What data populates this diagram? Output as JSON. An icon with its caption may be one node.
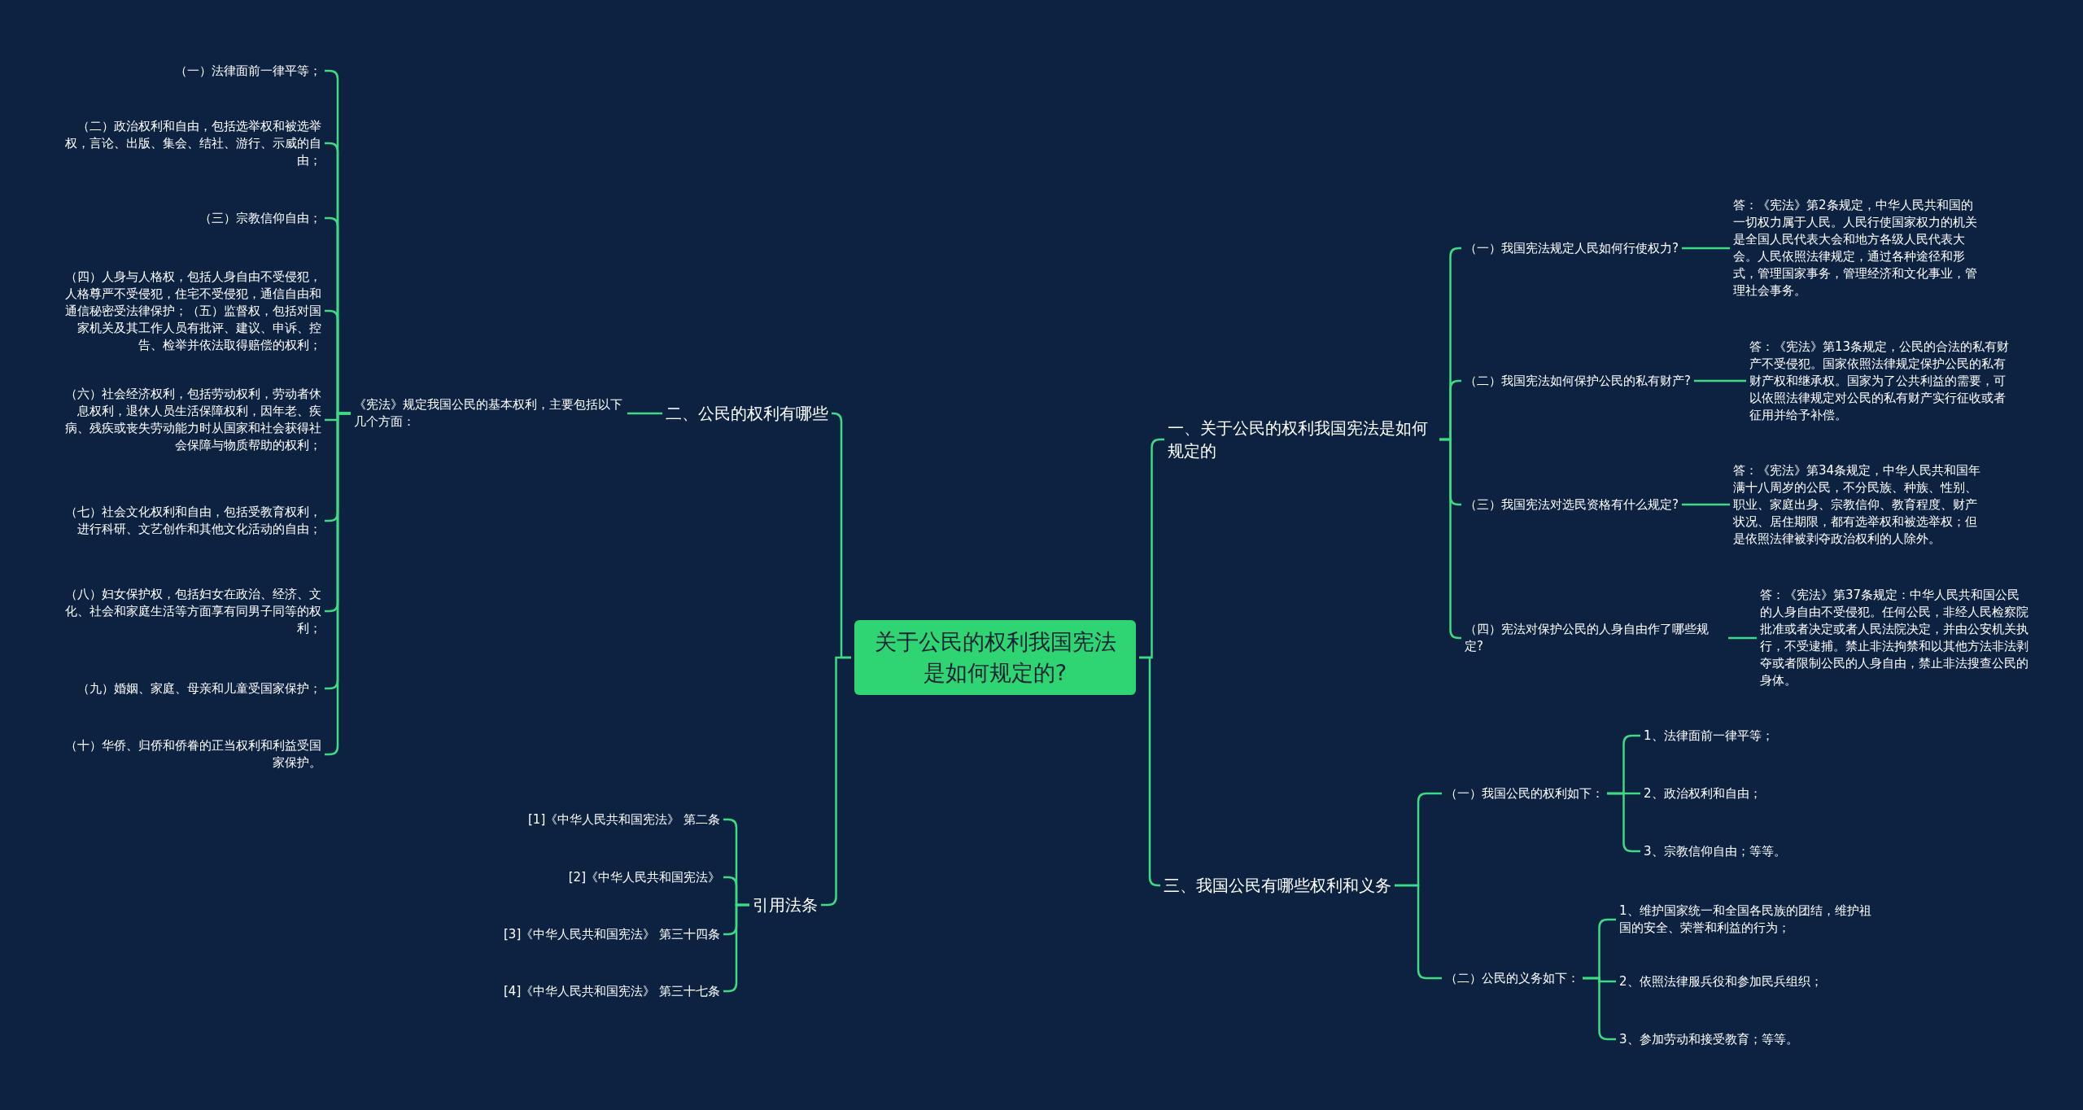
{
  "diagram": {
    "nodes": [
      {
        "text": [
          "关于公民的权利我国宪法是如何规定的?"
        ]
      },
      {
        "text": [
          "一、关于公民的权利我国宪法是如何规定的"
        ]
      },
      {
        "text": [
          "（一）我国宪法规定人民如何行使权力?"
        ]
      },
      {
        "text": [
          "答：《宪法》第2条规定，中华人民共和国的一切权力属于人民。人民行使国家权力的机关是全国人民代表大会和地方各级人民代表大会。人民依照法律规定，通过各种途径和形式，管理国家事务，管理经济和文化事业，管理社会事务。"
        ]
      },
      {
        "text": [
          "（二）我国宪法如何保护公民的私有财产?"
        ]
      },
      {
        "text": [
          "答：《宪法》第13条规定，公民的合法的私有财产不受侵犯。国家依照法律规定保护公民的私有财产权和继承权。国家为了公共利益的需要，可以依照法律规定对公民的私有财产实行征收或者征用并给予补偿。"
        ]
      },
      {
        "text": [
          "（三）我国宪法对选民资格有什么规定?"
        ]
      },
      {
        "text": [
          "答：《宪法》第34条规定，中华人民共和国年满十八周岁的公民，不分民族、种族、性别、职业、家庭出身、宗教信仰、教育程度、财产状况、居住期限，都有选举权和被选举权；但是依照法律被剥夺政治权利的人除外。"
        ]
      },
      {
        "text": [
          "（四）宪法对保护公民的人身自由作了哪些规定?"
        ]
      },
      {
        "text": [
          "答：《宪法》第37条规定：中华人民共和国公民的人身自由不受侵犯。任何公民，非经人民检察院批准或者决定或者人民法院决定，并由公安机关执行，不受逮捕。禁止非法拘禁和以其他方法非法剥夺或者限制公民的人身自由，禁止非法搜查公民的身体。"
        ]
      },
      {
        "text": [
          "三、我国公民有哪些权利和义务"
        ]
      },
      {
        "text": [
          "（一）我国公民的权利如下："
        ]
      },
      {
        "text": [
          "1、法律面前一律平等；"
        ]
      },
      {
        "text": [
          "2、政治权利和自由；"
        ]
      },
      {
        "text": [
          "3、宗教信仰自由；等等。"
        ]
      },
      {
        "text": [
          "（二）公民的义务如下："
        ]
      },
      {
        "text": [
          "1、维护国家统一和全国各民族的团结，维护祖国的安全、荣誉和利益的行为；"
        ]
      },
      {
        "text": [
          "2、依照法律服兵役和参加民兵组织；"
        ]
      },
      {
        "text": [
          "3、参加劳动和接受教育；等等。"
        ]
      },
      {
        "text": [
          "二、公民的权利有哪些"
        ]
      },
      {
        "text": [
          "《宪法》规定我国公民的基本权利，主要包括以下几个方面："
        ]
      },
      {
        "text": [
          "（一）法律面前一律平等；"
        ]
      },
      {
        "text": [
          "（二）政治权利和自由，包括选举权和被选举权，言论、出版、集会、结社、游行、示威的自由；"
        ]
      },
      {
        "text": [
          "（三）宗教信仰自由；"
        ]
      },
      {
        "text": [
          "（四）人身与人格权，包括人身自由不受侵犯，人格尊严不受侵犯，住宅不受侵犯，通信自由和通信秘密受法律保护；（五）监督权，包括对国家机关及其工作人员有批评、建议、申诉、控告、检举并依法取得赔偿的权利；"
        ]
      },
      {
        "text": [
          "（六）社会经济权利，包括劳动权利，劳动者休息权利，退休人员生活保障权利，因年老、疾病、残疾或丧失劳动能力时从国家和社会获得社会保障与物质帮助的权利；"
        ]
      },
      {
        "text": [
          "（七）社会文化权利和自由，包括受教育权利，进行科研、文艺创作和其他文化活动的自由；"
        ]
      },
      {
        "text": [
          "（八）妇女保护权，包括妇女在政治、经济、文化、社会和家庭生活等方面享有同男子同等的权利；"
        ]
      },
      {
        "text": [
          "（九）婚姻、家庭、母亲和儿童受国家保护；"
        ]
      },
      {
        "text": [
          "（十）华侨、归侨和侨眷的正当权利和利益受国家保护。"
        ]
      },
      {
        "text": [
          "引用法条"
        ]
      },
      {
        "text": [
          "[1]《中华人民共和国宪法》 第二条"
        ]
      },
      {
        "text": [
          "[2]《中华人民共和国宪法》"
        ]
      },
      {
        "text": [
          "[3]《中华人民共和国宪法》 第三十四条"
        ]
      },
      {
        "text": [
          "[4]《中华人民共和国宪法》 第三十七条"
        ]
      }
    ],
    "edges": [
      {
        "from": 0,
        "to": 1,
        "arrow": "none"
      },
      {
        "from": 1,
        "to": 2,
        "arrow": "none"
      },
      {
        "from": 2,
        "to": 3,
        "arrow": "none"
      },
      {
        "from": 1,
        "to": 4,
        "arrow": "none"
      },
      {
        "from": 4,
        "to": 5,
        "arrow": "none"
      },
      {
        "from": 1,
        "to": 6,
        "arrow": "none"
      },
      {
        "from": 6,
        "to": 7,
        "arrow": "none"
      },
      {
        "from": 1,
        "to": 8,
        "arrow": "none"
      },
      {
        "from": 8,
        "to": 9,
        "arrow": "none"
      },
      {
        "from": 0,
        "to": 10,
        "arrow": "none"
      },
      {
        "from": 10,
        "to": 11,
        "arrow": "none"
      },
      {
        "from": 11,
        "to": 12,
        "arrow": "none"
      },
      {
        "from": 11,
        "to": 13,
        "arrow": "none"
      },
      {
        "from": 11,
        "to": 14,
        "arrow": "none"
      },
      {
        "from": 10,
        "to": 15,
        "arrow": "none"
      },
      {
        "from": 15,
        "to": 16,
        "arrow": "none"
      },
      {
        "from": 15,
        "to": 17,
        "arrow": "none"
      },
      {
        "from": 15,
        "to": 18,
        "arrow": "none"
      },
      {
        "from": 0,
        "to": 19,
        "arrow": "none"
      },
      {
        "from": 19,
        "to": 20,
        "arrow": "none"
      },
      {
        "from": 20,
        "to": 21,
        "arrow": "none"
      },
      {
        "from": 20,
        "to": 22,
        "arrow": "none"
      },
      {
        "from": 20,
        "to": 23,
        "arrow": "none"
      },
      {
        "from": 20,
        "to": 24,
        "arrow": "none"
      },
      {
        "from": 20,
        "to": 25,
        "arrow": "none"
      },
      {
        "from": 20,
        "to": 26,
        "arrow": "none"
      },
      {
        "from": 20,
        "to": 27,
        "arrow": "none"
      },
      {
        "from": 20,
        "to": 28,
        "arrow": "none"
      },
      {
        "from": 20,
        "to": 29,
        "arrow": "none"
      },
      {
        "from": 0,
        "to": 30,
        "arrow": "none"
      },
      {
        "from": 30,
        "to": 31,
        "arrow": "none"
      },
      {
        "from": 30,
        "to": 32,
        "arrow": "none"
      },
      {
        "from": 30,
        "to": 33,
        "arrow": "none"
      },
      {
        "from": 30,
        "to": 34,
        "arrow": "none"
      }
    ]
  }
}
